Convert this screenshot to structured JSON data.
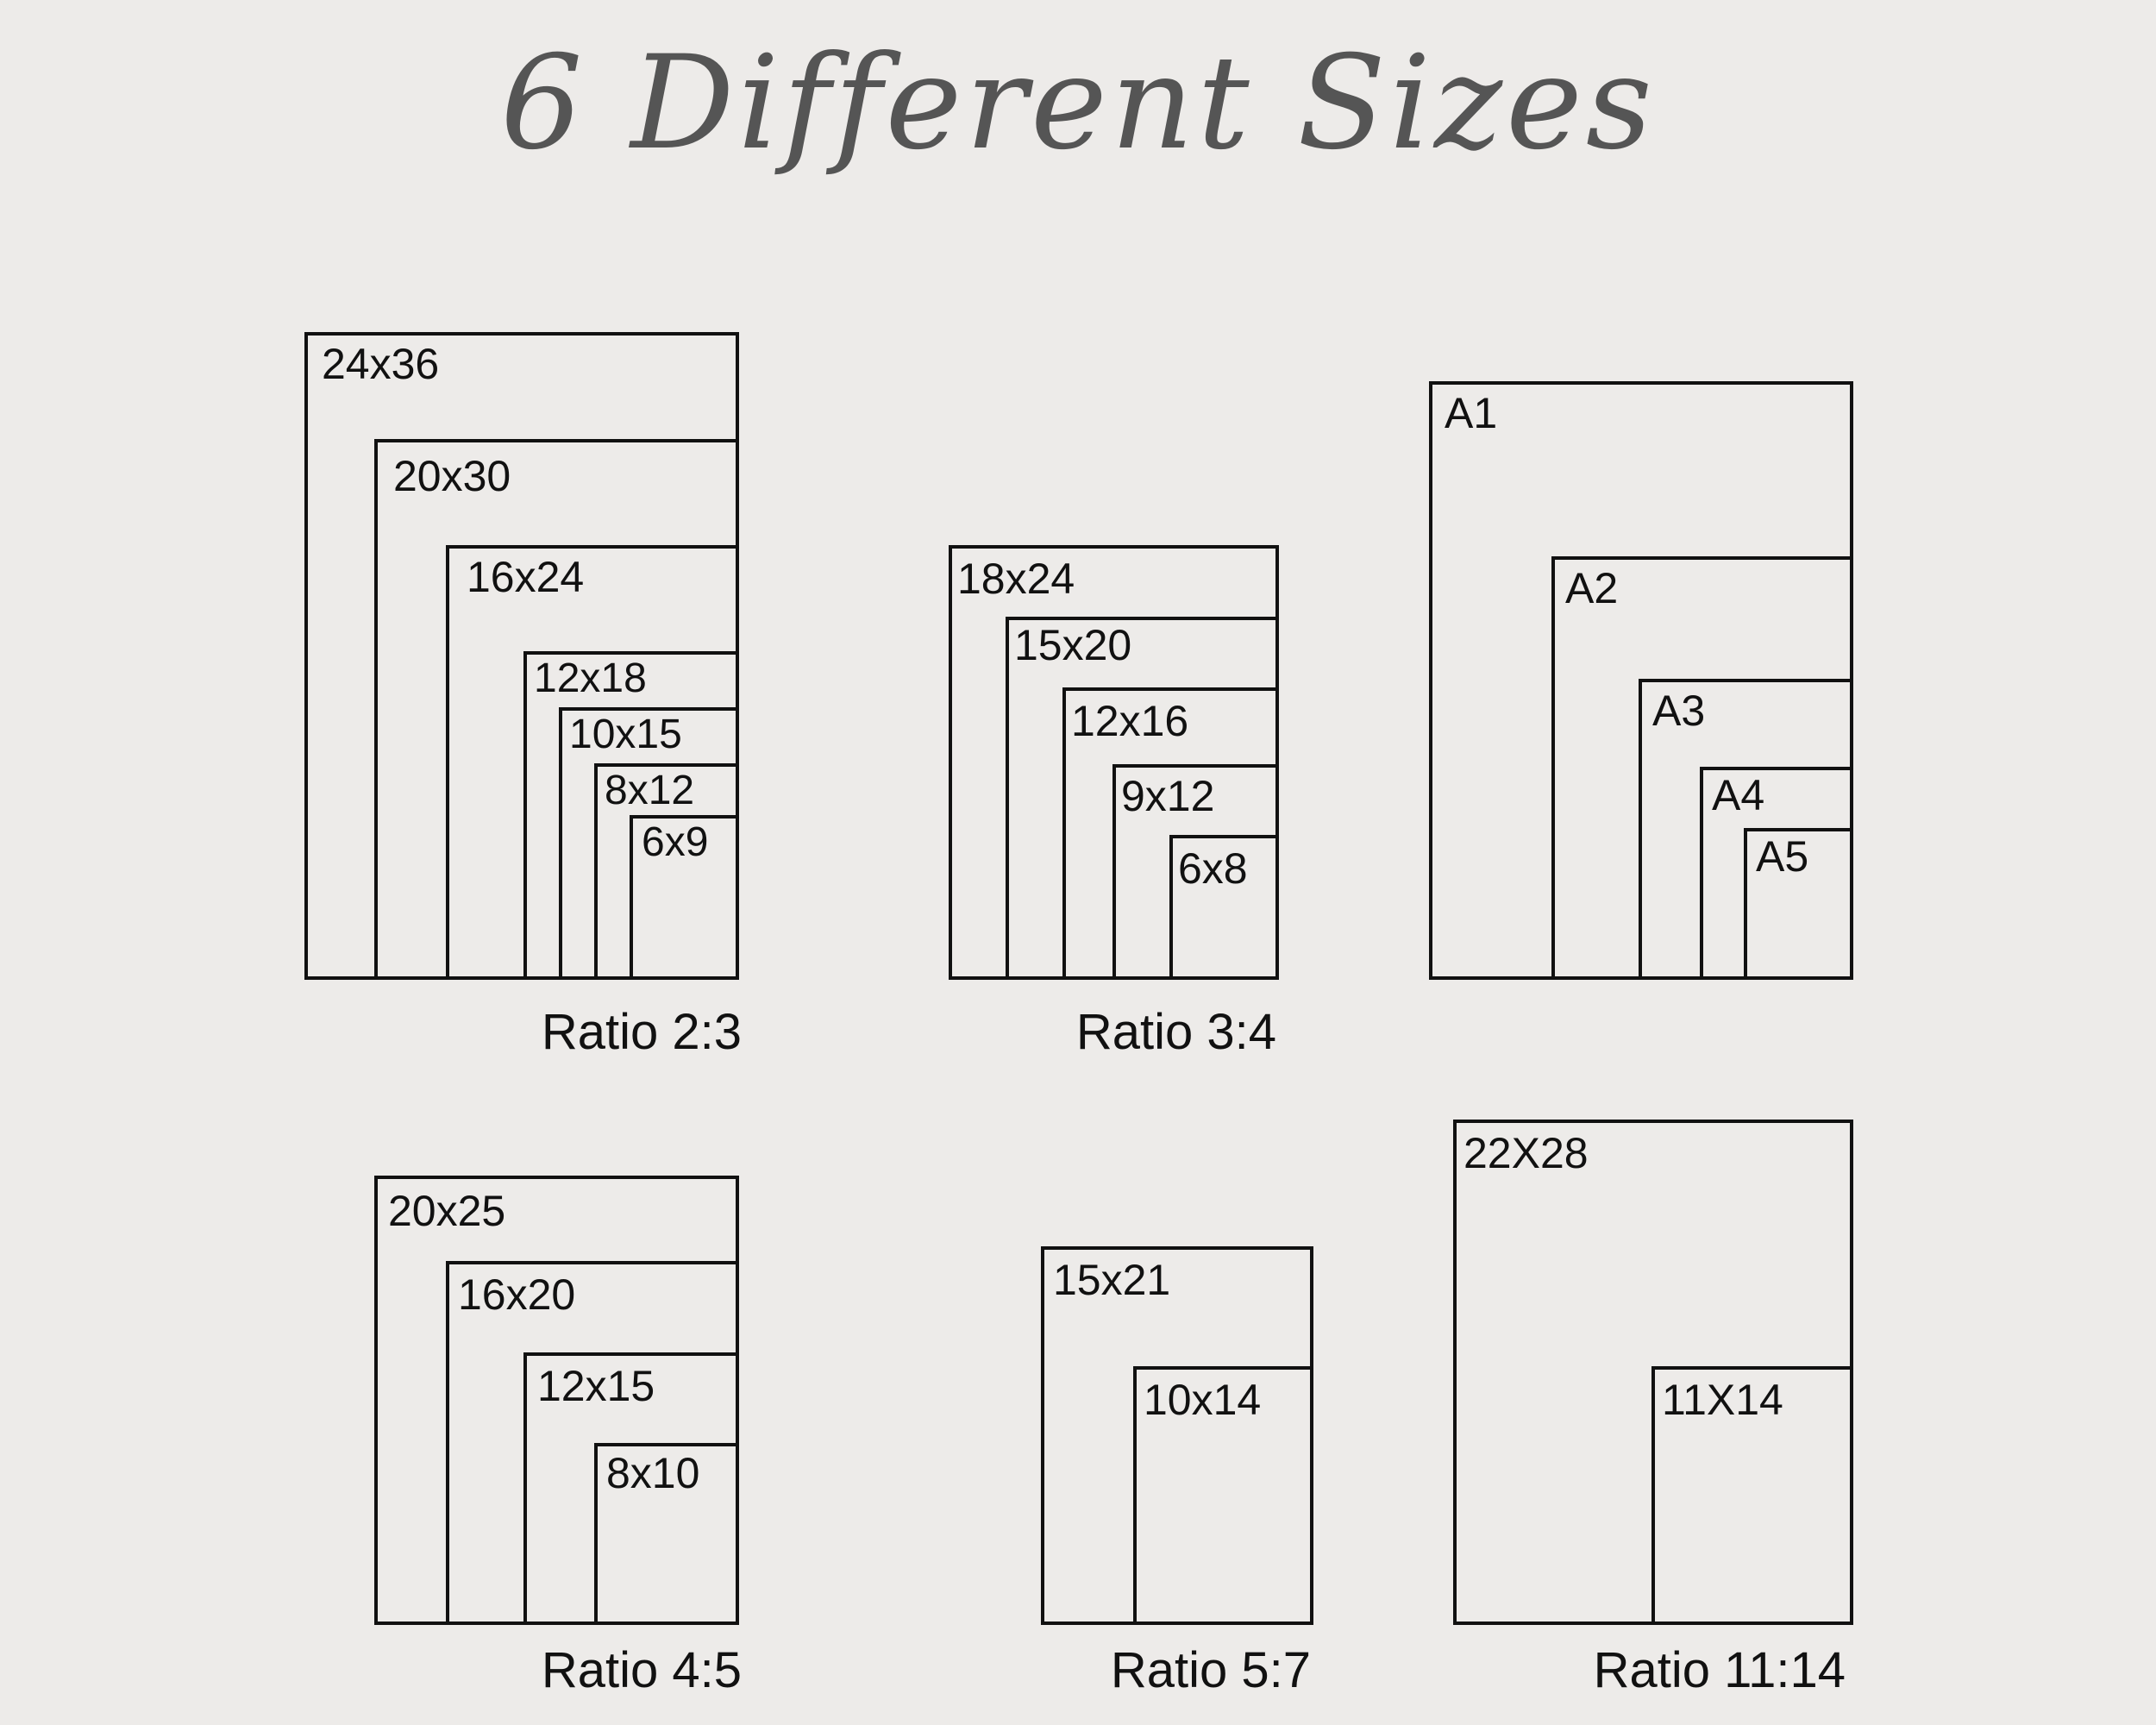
{
  "title": "6 Different Sizes",
  "groups": [
    {
      "ratio_label": "Ratio 2:3",
      "sizes": [
        "24x36",
        "20x30",
        "16x24",
        "12x18",
        "10x15",
        "8x12",
        "6x9"
      ]
    },
    {
      "ratio_label": "Ratio 3:4",
      "sizes": [
        "18x24",
        "15x20",
        "12x16",
        "9x12",
        "6x8"
      ]
    },
    {
      "ratio_label": "",
      "sizes": [
        "A1",
        "A2",
        "A3",
        "A4",
        "A5"
      ]
    },
    {
      "ratio_label": "Ratio 4:5",
      "sizes": [
        "20x25",
        "16x20",
        "12x15",
        "8x10"
      ]
    },
    {
      "ratio_label": "Ratio 5:7",
      "sizes": [
        "15x21",
        "10x14"
      ]
    },
    {
      "ratio_label": "Ratio 11:14",
      "sizes": [
        "22X28",
        "11X14"
      ]
    }
  ]
}
